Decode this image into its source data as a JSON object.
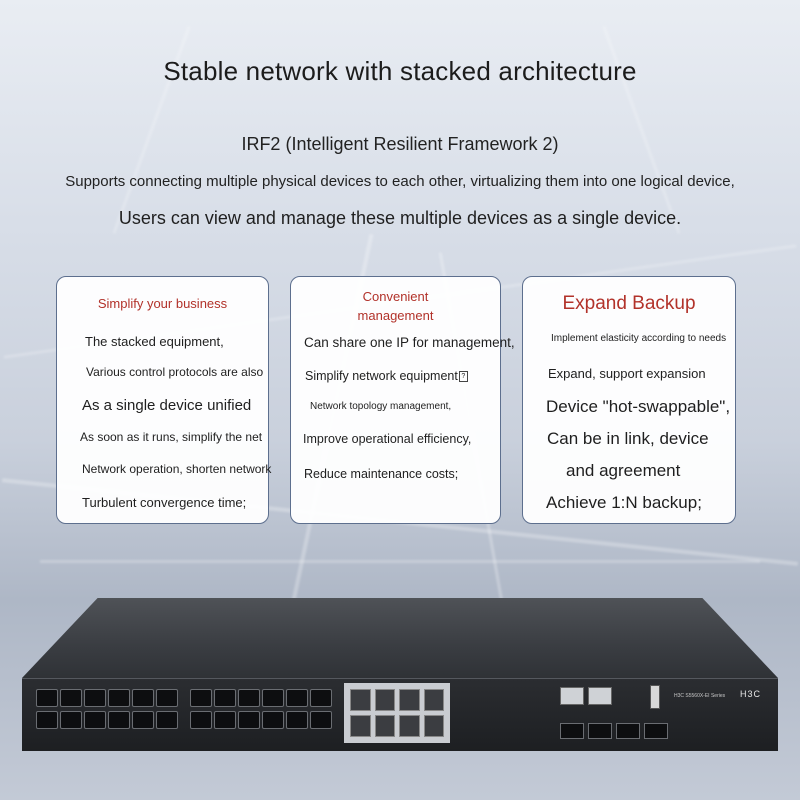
{
  "header": {
    "title": "Stable network with stacked architecture",
    "subtitle": "IRF2 (Intelligent Resilient Framework 2)",
    "line1": "Supports connecting multiple physical devices to each other, virtualizing them into one logical device,",
    "line2": "Users can view and manage these multiple devices as a single device."
  },
  "cards": [
    {
      "title": "Simplify your business",
      "lines": [
        "The stacked equipment,",
        "Various control protocols are also",
        "As a single device unified",
        "As soon as it runs, simplify the net",
        "Network operation, shorten network",
        "Turbulent convergence time;"
      ]
    },
    {
      "title_line1": "Convenient",
      "title_line2": "management",
      "lines": [
        "Can share one IP for management,",
        "Simplify network equipment",
        "Network topology management,",
        "Improve operational efficiency,",
        "Reduce maintenance costs;"
      ]
    },
    {
      "title": "Expand Backup",
      "lines": [
        "Implement elasticity according to needs",
        "Expand, support expansion",
        "Device \"hot-swappable\",",
        "Can be in link, device",
        "and agreement",
        "Achieve 1:N backup;"
      ]
    }
  ],
  "device": {
    "model": "H3C S5560X-EI Series",
    "brand": "H3C"
  },
  "colors": {
    "card_title": "#b2322a",
    "card_border": "#5d6f8e"
  }
}
